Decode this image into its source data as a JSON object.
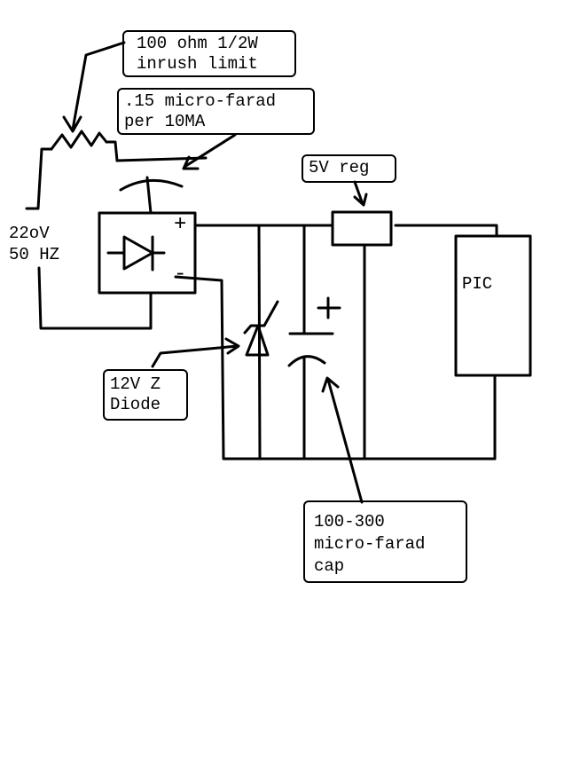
{
  "labels": {
    "resistor_line1": "100 ohm 1/2W",
    "resistor_line2": "inrush limit",
    "cap_line1": ".15 micro-farad",
    "cap_line2": "per 10MA",
    "regulator": "5V reg",
    "mains_line1": "22oV",
    "mains_line2": "50 HZ",
    "bridge_plus": "+",
    "bridge_minus": "-",
    "elco_plus": "+",
    "pic": "PIC",
    "zener_line1": "12V Z",
    "zener_line2": "Diode",
    "elco_line1": "100-300",
    "elco_line2": "micro-farad",
    "elco_line3": "cap"
  }
}
